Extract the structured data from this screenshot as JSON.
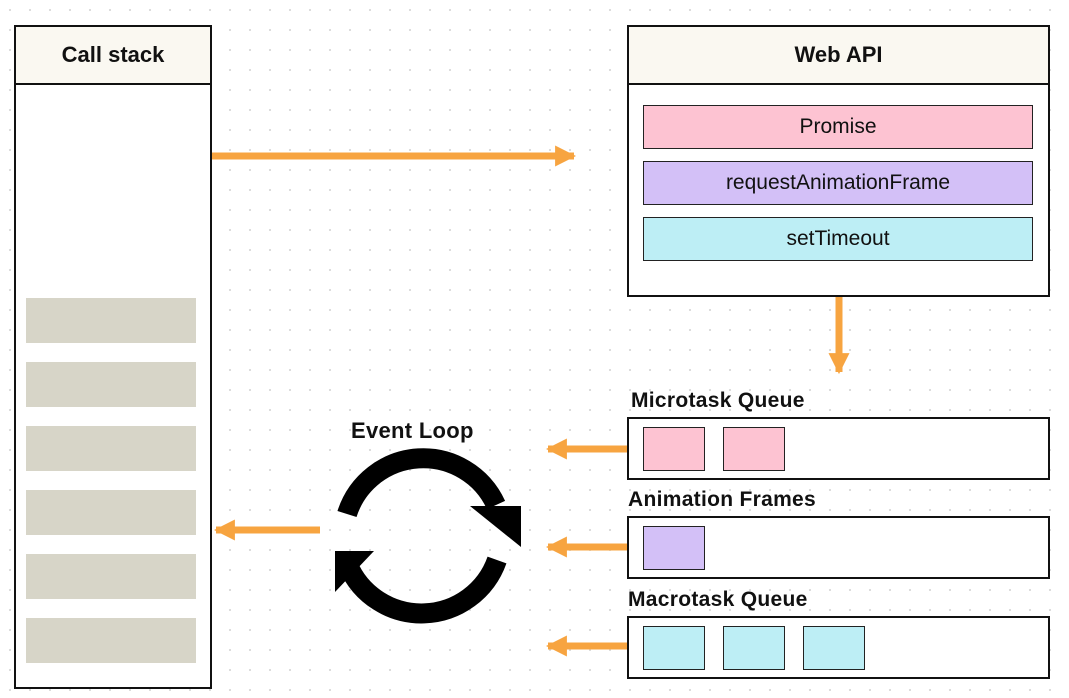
{
  "call_stack": {
    "title": "Call stack",
    "slot_count": 6
  },
  "web_api": {
    "title": "Web API",
    "items": [
      {
        "label": "Promise",
        "color": "#fdc3d2"
      },
      {
        "label": "requestAnimationFrame",
        "color": "#d3c0f7"
      },
      {
        "label": "setTimeout",
        "color": "#bdeef5"
      }
    ]
  },
  "event_loop": {
    "label": "Event Loop",
    "icon": "refresh-cycle-icon"
  },
  "queues": [
    {
      "label": "Microtask Queue",
      "task_count": 2,
      "task_color": "#fdc3d2"
    },
    {
      "label": "Animation Frames",
      "task_count": 1,
      "task_color": "#d3c0f7"
    },
    {
      "label": "Macrotask Queue",
      "task_count": 3,
      "task_color": "#bdeef5"
    }
  ],
  "colors": {
    "arrow": "#f7a440",
    "stack_slot": "#d7d5c8",
    "header_bg": "#faf8f1"
  }
}
